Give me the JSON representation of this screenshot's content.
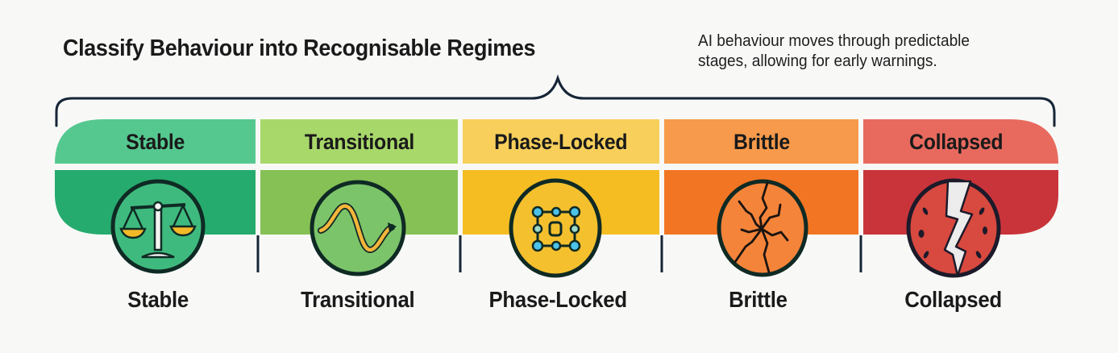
{
  "header": {
    "title": "Classify Behaviour into Recognisable Regimes",
    "subtitle": "AI behaviour moves through predictable\nstages, allowing for early warnings."
  },
  "regimes": [
    {
      "label": "Stable",
      "icon": "balance-scale-icon",
      "top_color": "#55c890",
      "bottom_color": "#26ab6e",
      "icon_fill": "#3fba7e"
    },
    {
      "label": "Transitional",
      "icon": "wave-arrow-icon",
      "top_color": "#a8d86a",
      "bottom_color": "#86c155",
      "icon_fill": "#7cc46a"
    },
    {
      "label": "Phase-Locked",
      "icon": "grid-nodes-icon",
      "top_color": "#f7cf5a",
      "bottom_color": "#f5bd22",
      "icon_fill": "#f5c02e"
    },
    {
      "label": "Brittle",
      "icon": "cracked-circle-icon",
      "top_color": "#f79a4b",
      "bottom_color": "#f27523",
      "icon_fill": "#f4843a"
    },
    {
      "label": "Collapsed",
      "icon": "shattered-circle-icon",
      "top_color": "#e86a5e",
      "bottom_color": "#c9343a",
      "icon_fill": "#d8493f"
    }
  ],
  "colors": {
    "outline": "#162536",
    "text": "#1a1a1a",
    "background": "#f8f9f7"
  }
}
